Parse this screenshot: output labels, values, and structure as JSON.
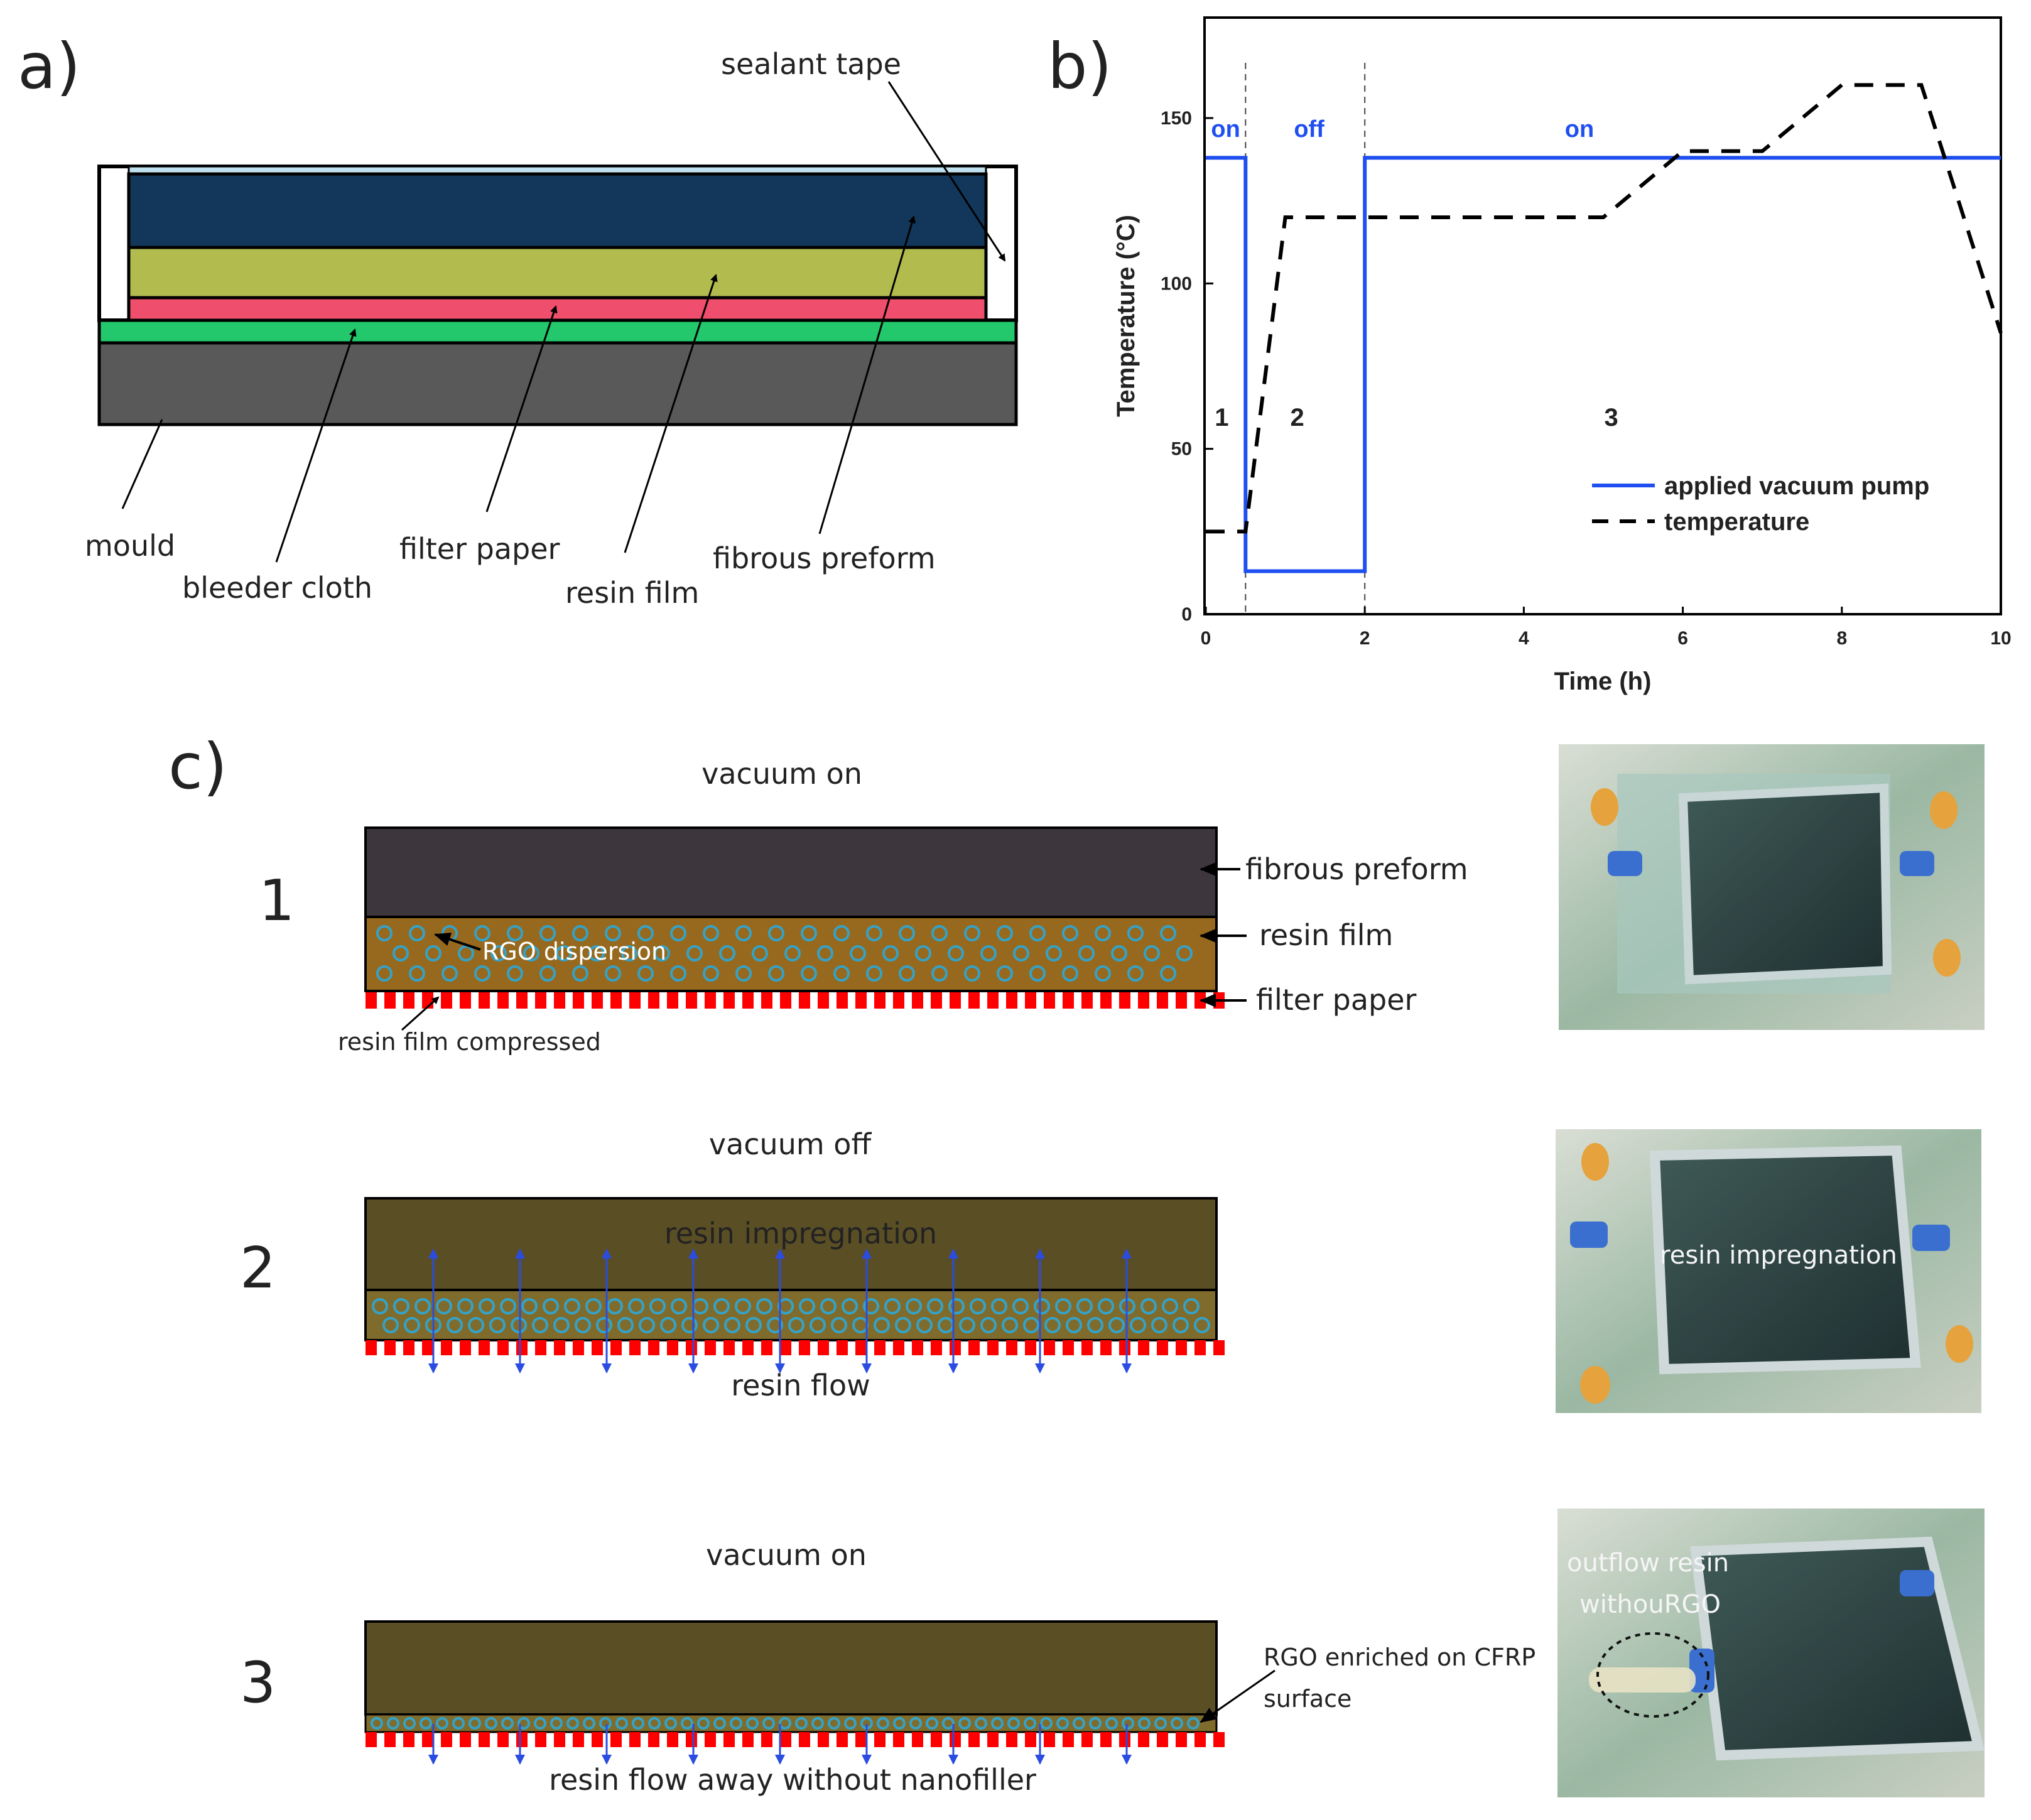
{
  "panel_a": {
    "letter": "a)",
    "labels": {
      "sealant_tape": "sealant tape",
      "mould": "mould",
      "bleeder_cloth": "bleeder cloth",
      "filter_paper": "filter paper",
      "resin_film": "resin film",
      "fibrous_preform": "fibrous preform"
    },
    "colors": {
      "preform": "#12375a",
      "resin_film": "#b2bc4e",
      "filter_paper": "#ef4f6c",
      "bleeder": "#22c86b",
      "mould": "#595959",
      "film_top": "#bfe0ee"
    }
  },
  "panel_b": {
    "letter": "b)",
    "chart_data": {
      "type": "line",
      "xlabel": "Time (h)",
      "ylabel": "Temperature (°C)",
      "xlim": [
        0,
        10
      ],
      "ylim": [
        0,
        180
      ],
      "xticks": [
        0,
        2,
        4,
        6,
        8,
        10
      ],
      "yticks": [
        0,
        50,
        100,
        150
      ],
      "legend_position": "bottom-right",
      "series": [
        {
          "name": "applied vacuum pump",
          "style": "solid",
          "color": "#1f4ff0",
          "x": [
            0,
            0.5,
            0.5,
            2,
            2,
            10
          ],
          "y": [
            138,
            138,
            13,
            13,
            138,
            138
          ]
        },
        {
          "name": "temperature",
          "style": "dashed",
          "color": "#000000",
          "x": [
            0,
            0.5,
            1,
            5,
            6,
            7,
            8,
            9,
            10
          ],
          "y": [
            25,
            25,
            120,
            120,
            140,
            140,
            160,
            160,
            85
          ]
        }
      ],
      "annotations": {
        "states": [
          {
            "text": "on",
            "x": 0.25
          },
          {
            "text": "off",
            "x": 1.3
          },
          {
            "text": "on",
            "x": 4.7
          }
        ],
        "stages": [
          {
            "text": "1",
            "x": 0.2,
            "y": 57
          },
          {
            "text": "2",
            "x": 1.15,
            "y": 57
          },
          {
            "text": "3",
            "x": 5.1,
            "y": 57
          }
        ],
        "dividers": [
          0.5,
          2
        ]
      }
    }
  },
  "panel_c": {
    "letter": "c)",
    "stage1": {
      "number": "1",
      "title": "vacuum on",
      "fibrous_preform": "fibrous preform",
      "resin_film": "resin film",
      "filter_paper": "filter paper",
      "rgo_dispersion": "RGO dispersion",
      "compressed": "resin film compressed"
    },
    "stage2": {
      "number": "2",
      "title": "vacuum off",
      "impregnation": "resin impregnation",
      "flow": "resin flow",
      "photo_caption": "resin impregnation"
    },
    "stage3": {
      "number": "3",
      "title": "vacuum on",
      "rgo_enriched_1": "RGO enriched on CFRP",
      "rgo_enriched_2": "surface",
      "flow_away": "resin flow away without nanofiller",
      "photo_caption_1": "outflow resin",
      "photo_caption_2": "withouRGO"
    },
    "colors": {
      "preform1": "#3e363d",
      "resin1": "#96691e",
      "preform_impregnated": "#5a4e25",
      "resin2": "#7f6c2d",
      "circle": "#35a2c7",
      "filter_red": "#ff0000",
      "arrow_blue": "#2b4ce0"
    }
  }
}
